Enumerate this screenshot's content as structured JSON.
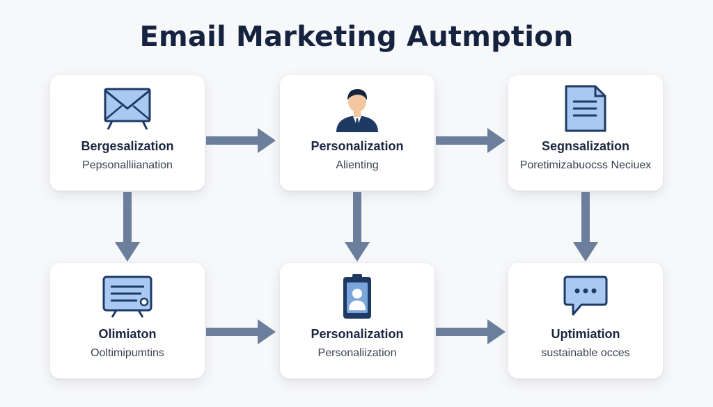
{
  "title": "Email Marketing Autmption",
  "colors": {
    "title": "#16233f",
    "arrow": "#6b7f9c",
    "icon_stroke": "#1e3a63",
    "icon_fill": "#a9c9f2"
  },
  "cards": [
    {
      "heading": "Bergesalization",
      "sub": "Pepsonalliianation",
      "icon": "envelope-icon"
    },
    {
      "heading": "Personalization",
      "sub": "Alienting",
      "icon": "person-icon"
    },
    {
      "heading": "Segnsalization",
      "sub": "Poretimizabuocss Neciuex",
      "icon": "document-icon"
    },
    {
      "heading": "Olimiaton",
      "sub": "Ooltimipumtins",
      "icon": "newsletter-icon"
    },
    {
      "heading": "Personalization",
      "sub": "Personaliization",
      "icon": "profile-badge-icon"
    },
    {
      "heading": "Uptimiation",
      "sub": "sustainable occes",
      "icon": "chat-bubble-icon"
    }
  ]
}
